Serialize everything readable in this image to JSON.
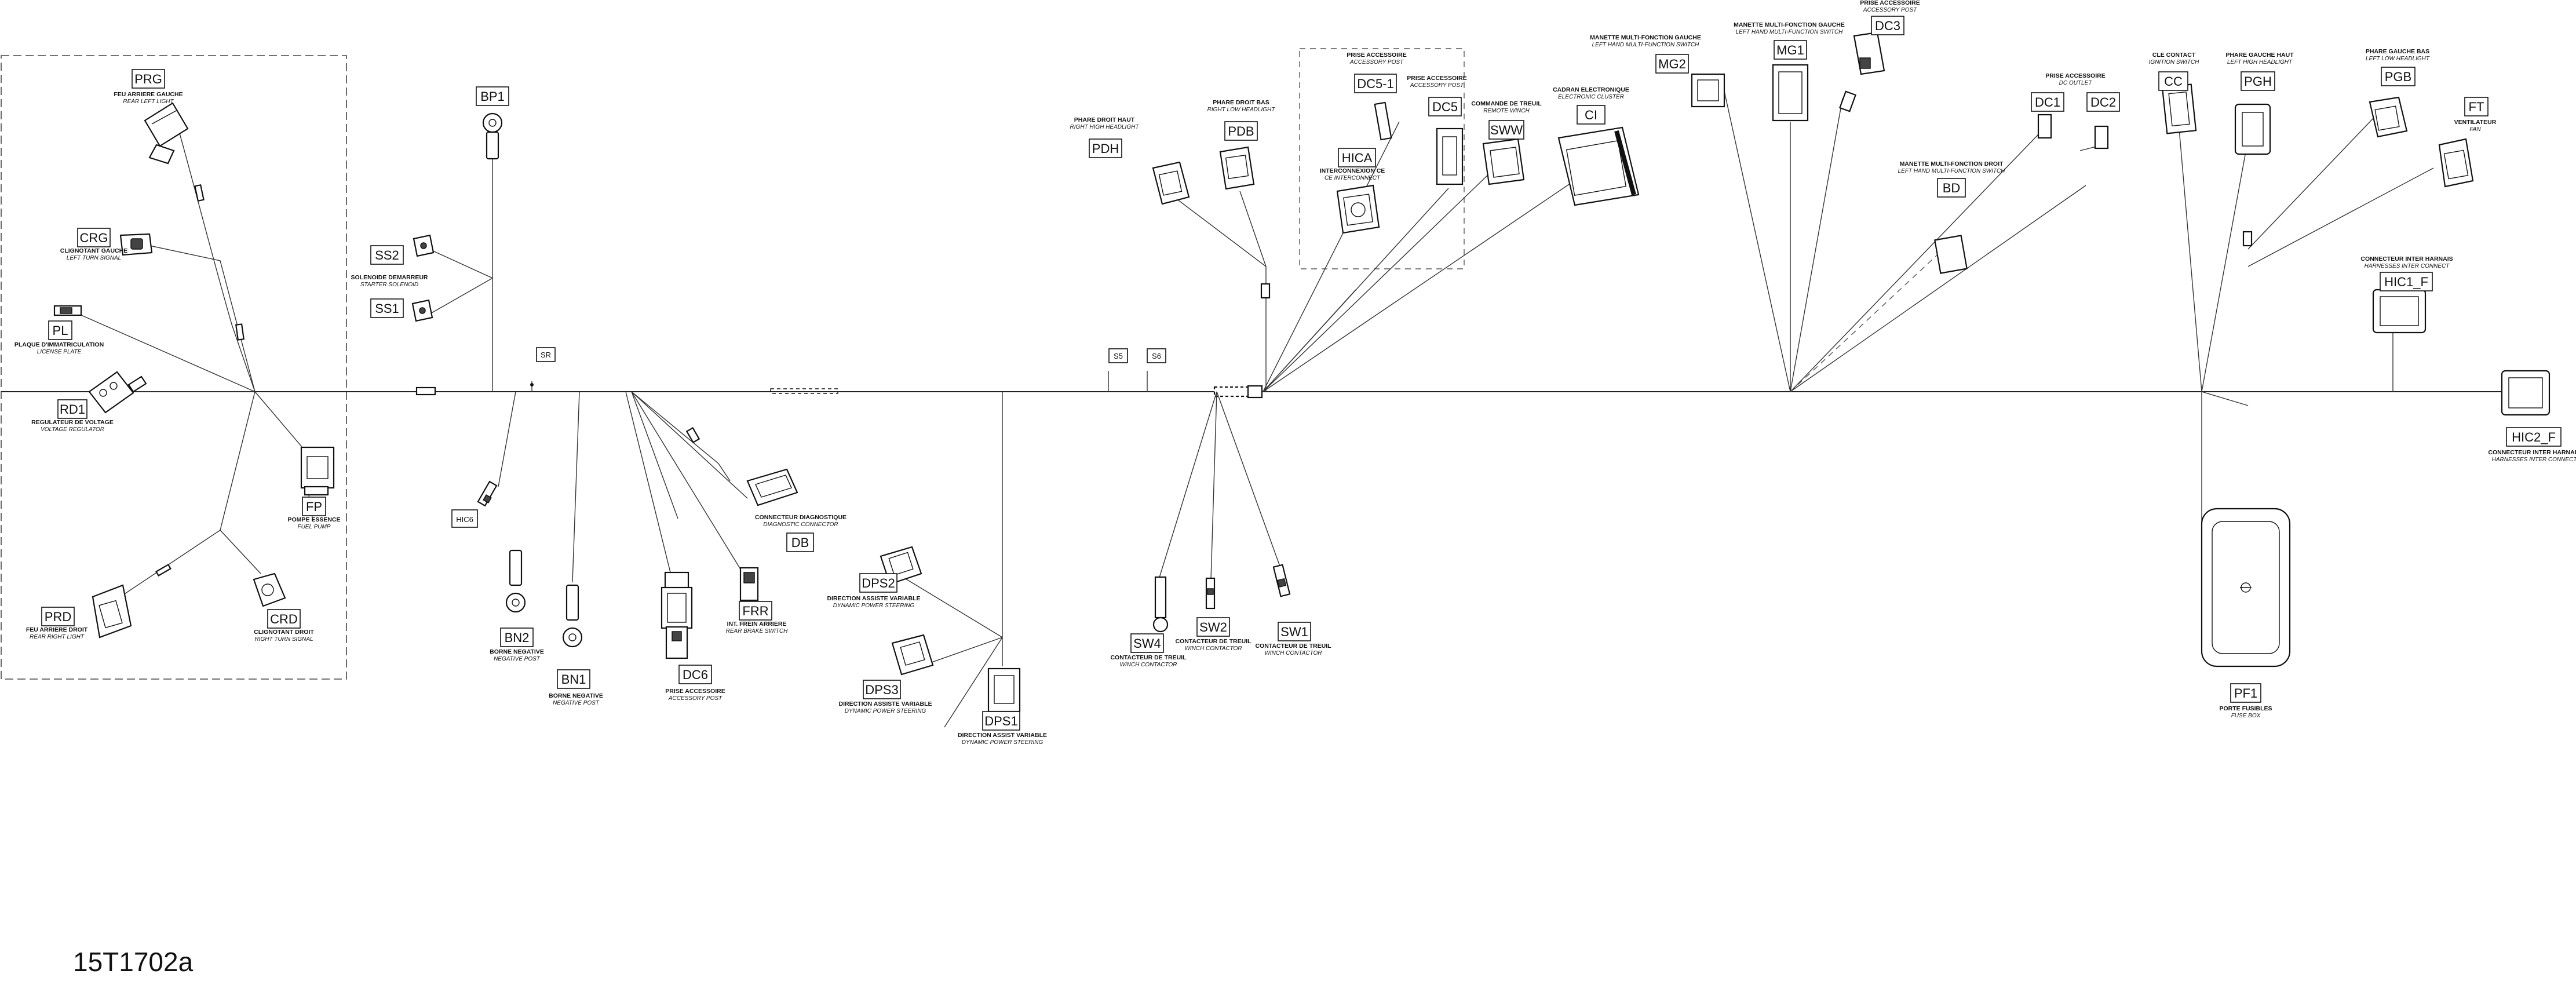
{
  "figure_ref": "15T1702a",
  "splices": [
    "SR",
    "S5",
    "S6"
  ],
  "components": {
    "PRG": {
      "code": "PRG",
      "fr": "FEU ARRIERE GAUCHE",
      "en": "REAR LEFT LIGHT"
    },
    "CRG": {
      "code": "CRG",
      "fr": "CLIGNOTANT GAUCHE",
      "en": "LEFT TURN SIGNAL"
    },
    "PL": {
      "code": "PL",
      "fr": "PLAQUE D'IMMATRICULATION",
      "en": "LICENSE PLATE"
    },
    "RD1": {
      "code": "RD1",
      "fr": "REGULATEUR DE VOLTAGE",
      "en": "VOLTAGE REGULATOR"
    },
    "FP": {
      "code": "FP",
      "fr": "POMPE ESSENCE",
      "en": "FUEL PUMP"
    },
    "PRD": {
      "code": "PRD",
      "fr": "FEU ARRIERE DROIT",
      "en": "REAR RIGHT LIGHT"
    },
    "CRD": {
      "code": "CRD",
      "fr": "CLIGNOTANT DROIT",
      "en": "RIGHT TURN SIGNAL"
    },
    "BP1": {
      "code": "BP1"
    },
    "SS2": {
      "code": "SS2"
    },
    "SS1": {
      "code": "SS1",
      "fr": "SOLENOIDE DEMARREUR",
      "en": "STARTER SOLENOID"
    },
    "HIC6": {
      "code": "HIC6"
    },
    "BN2": {
      "code": "BN2",
      "fr": "BORNE NEGATIVE",
      "en": "NEGATIVE POST"
    },
    "BN1": {
      "code": "BN1",
      "fr": "BORNE NEGATIVE",
      "en": "NEGATIVE POST"
    },
    "DC6": {
      "code": "DC6",
      "fr": "PRISE ACCESSOIRE",
      "en": "ACCESSORY POST"
    },
    "FRR": {
      "code": "FRR",
      "fr": "INT. FREIN ARRIERE",
      "en": "REAR BRAKE SWITCH"
    },
    "DB": {
      "code": "DB",
      "fr": "CONNECTEUR DIAGNOSTIQUE",
      "en": "DIAGNOSTIC CONNECTOR"
    },
    "DPS2": {
      "code": "DPS2",
      "fr": "DIRECTION ASSISTE VARIABLE",
      "en": "DYNAMIC POWER STEERING"
    },
    "DPS3": {
      "code": "DPS3",
      "fr": "DIRECTION ASSISTE VARIABLE",
      "en": "DYNAMIC POWER STEERING"
    },
    "DPS1": {
      "code": "DPS1",
      "fr": "DIRECTION ASSIST VARIABLE",
      "en": "DYNAMIC POWER STEERING"
    },
    "SW4": {
      "code": "SW4",
      "fr": "CONTACTEUR DE TREUIL",
      "en": "WINCH CONTACTOR"
    },
    "SW2": {
      "code": "SW2",
      "fr": "CONTACTEUR DE TREUIL",
      "en": "WINCH CONTACTOR"
    },
    "SW1": {
      "code": "SW1",
      "fr": "CONTACTEUR DE TREUIL",
      "en": "WINCH CONTACTOR"
    },
    "PDH": {
      "code": "PDH",
      "fr": "PHARE DROIT HAUT",
      "en": "RIGHT HIGH HEADLIGHT"
    },
    "PDB": {
      "code": "PDB",
      "fr": "PHARE DROIT BAS",
      "en": "RIGHT LOW HEADLIGHT"
    },
    "DC5_1": {
      "code": "DC5-1",
      "fr": "PRISE ACCESSOIRE",
      "en": "ACCESSORY POST"
    },
    "DC5": {
      "code": "DC5",
      "fr": "PRISE ACCESSOIRE",
      "en": "ACCESSORY POST"
    },
    "HICA": {
      "code": "HICA",
      "fr": "INTERCONNEXION CE",
      "en": "CE INTERCONNECT"
    },
    "SWW": {
      "code": "SWW",
      "fr": "COMMANDE DE TREUIL",
      "en": "REMOTE WINCH"
    },
    "CI": {
      "code": "CI",
      "fr": "CADRAN ELECTRONIQUE",
      "en": "ELECTRONIC CLUSTER"
    },
    "MG2": {
      "code": "MG2",
      "fr": "MANETTE MULTI-FONCTION GAUCHE",
      "en": "LEFT HAND MULTI-FUNCTION SWITCH"
    },
    "MG1": {
      "code": "MG1",
      "fr": "MANETTE MULTI-FONCTION GAUCHE",
      "en": "LEFT HAND MULTI-FUNCTION SWITCH"
    },
    "DC3": {
      "code": "DC3",
      "fr": "PRISE ACCESSOIRE",
      "en": "ACCESSORY POST"
    },
    "DC1": {
      "code": "DC1",
      "fr": "PRISE ACCESSOIRE",
      "en": "DC OUTLET"
    },
    "DC2": {
      "code": "DC2"
    },
    "BD": {
      "code": "BD",
      "fr": "MANETTE MULTI-FONCTION DROIT",
      "en": "LEFT HAND MULTI-FUNCTION SWITCH"
    },
    "CC": {
      "code": "CC",
      "fr": "CLE CONTACT",
      "en": "IGNITION SWITCH"
    },
    "PGH": {
      "code": "PGH",
      "fr": "PHARE GAUCHE HAUT",
      "en": "LEFT HIGH HEADLIGHT"
    },
    "PGB": {
      "code": "PGB",
      "fr": "PHARE GAUCHE BAS",
      "en": "LEFT LOW HEADLIGHT"
    },
    "FT": {
      "code": "FT",
      "fr": "VENTILATEUR",
      "en": "FAN"
    },
    "HIC1_F": {
      "code": "HIC1_F",
      "fr": "CONNECTEUR INTER HARNAIS",
      "en": "HARNESSES INTER CONNECT"
    },
    "HIC2_F": {
      "code": "HIC2_F",
      "fr": "CONNECTEUR INTER HARNAIS",
      "en": "HARNESSES INTER CONNECT"
    },
    "PF1": {
      "code": "PF1",
      "fr": "PORTE FUSIBLES",
      "en": "FUSE BOX"
    }
  }
}
